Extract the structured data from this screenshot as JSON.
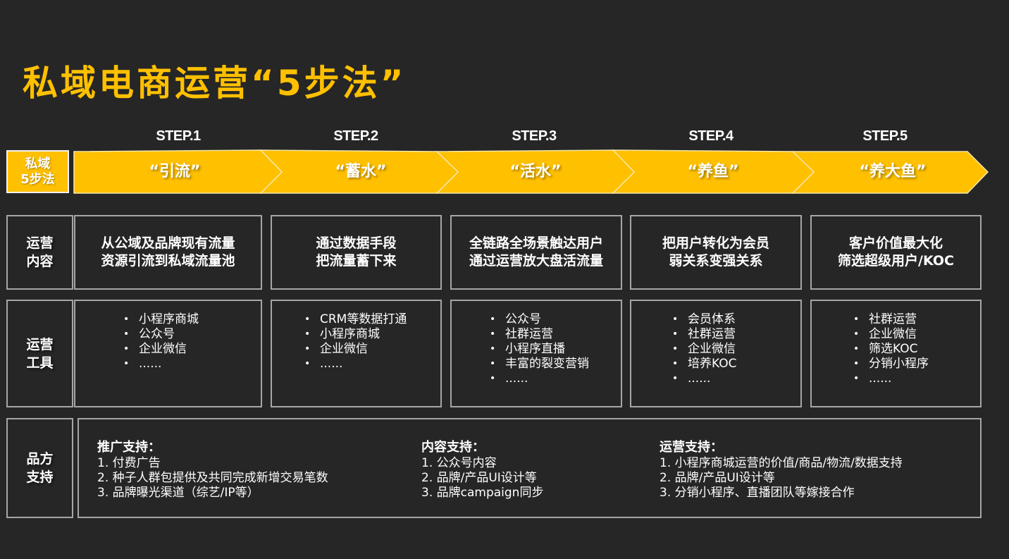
{
  "title": "私域电商运营“5步法”",
  "badge": {
    "line1": "私域",
    "line2": "5步法"
  },
  "colors": {
    "accent": "#FFC000",
    "background": "#262626",
    "border": "#a6a6a6",
    "text": "#ffffff"
  },
  "steps": [
    {
      "label": "STEP.1",
      "name": "“引流”"
    },
    {
      "label": "STEP.2",
      "name": "“蓄水”"
    },
    {
      "label": "STEP.3",
      "name": "“活水”"
    },
    {
      "label": "STEP.4",
      "name": "“养鱼”"
    },
    {
      "label": "STEP.5",
      "name": "“养大鱼”"
    }
  ],
  "rows": {
    "content": {
      "label": {
        "line1": "运营",
        "line2": "内容"
      },
      "cells": [
        {
          "line1": "从公域及品牌现有流量",
          "line2": "资源引流到私域流量池"
        },
        {
          "line1": "通过数据手段",
          "line2": "把流量蓄下来"
        },
        {
          "line1": "全链路全场景触达用户",
          "line2": "通过运营放大盘活流量"
        },
        {
          "line1": "把用户转化为会员",
          "line2": "弱关系变强关系"
        },
        {
          "line1": "客户价值最大化",
          "line2": "筛选超级用户/KOC"
        }
      ]
    },
    "tools": {
      "label": {
        "line1": "运营",
        "line2": "工具"
      },
      "cells": [
        [
          "小程序商城",
          "公众号",
          "企业微信",
          "......"
        ],
        [
          "CRM等数据打通",
          "小程序商城",
          "企业微信",
          "......"
        ],
        [
          "公众号",
          "社群运营",
          "小程序直播",
          "丰富的裂变营销",
          "......"
        ],
        [
          "会员体系",
          "社群运营",
          "企业微信",
          "培养KOC",
          "......"
        ],
        [
          "社群运营",
          "企业微信",
          "筛选KOC",
          "分销小程序",
          "......"
        ]
      ]
    },
    "support": {
      "label": {
        "line1": "品方",
        "line2": "支持"
      },
      "columns": [
        {
          "heading": "推广支持：",
          "items": [
            "1. 付费广告",
            "2. 种子人群包提供及共同完成新增交易笔数",
            "3. 品牌曝光渠道（综艺/IP等）"
          ]
        },
        {
          "heading": "内容支持：",
          "items": [
            "1.  公众号内容",
            "2.  品牌/产品UI设计等",
            "3.  品牌campaign同步"
          ]
        },
        {
          "heading": "运营支持：",
          "items": [
            "1.  小程序商城运营的价值/商品/物流/数据支持",
            "2.  品牌/产品UI设计等",
            "3.  分销小程序、直播团队等嫁接合作"
          ]
        }
      ]
    }
  }
}
